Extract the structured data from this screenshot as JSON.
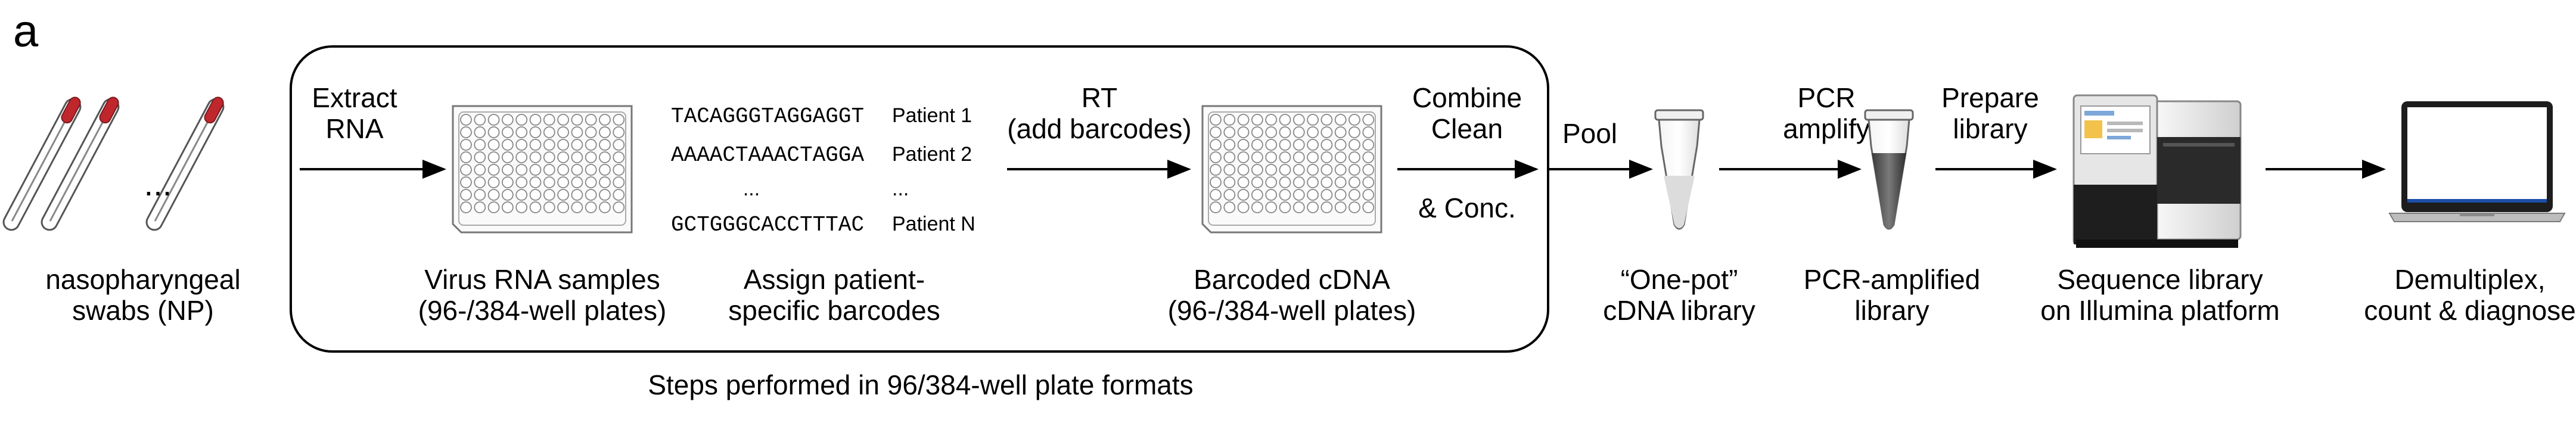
{
  "panel_letter": "a",
  "colors": {
    "seq1": "#d0021b",
    "seq2": "#1a9e3c",
    "seqN": "#1f1fd1",
    "swab_tip": "#c0272d"
  },
  "swabs": {
    "ellipsis": "...",
    "label_line1": "nasopharyngeal",
    "label_line2": "swabs (NP)"
  },
  "steps": {
    "extract_line1": "Extract",
    "extract_line2": "RNA",
    "rt_line1": "RT",
    "rt_line2": "(add barcodes)",
    "combine_line1": "Combine",
    "combine_line2": "Clean",
    "combine_line3": "& Conc.",
    "pool": "Pool",
    "pcr_line1": "PCR",
    "pcr_line2": "amplify",
    "prepare_line1": "Prepare",
    "prepare_line2": "library"
  },
  "barcodes": [
    {
      "sequence": "TACAGGGTAGGAGGT",
      "patient": "Patient 1"
    },
    {
      "sequence": "AAAACTAAACTAGGA",
      "patient": "Patient 2"
    },
    {
      "sequence": "...",
      "patient": "..."
    },
    {
      "sequence": "GCTGGGCACCTTTAC",
      "patient": "Patient N"
    }
  ],
  "captions": {
    "virus_line1": "Virus RNA samples",
    "virus_line2": "(96-/384-well plates)",
    "assign_line1": "Assign patient-",
    "assign_line2": "specific barcodes",
    "barcoded_line1": "Barcoded cDNA",
    "barcoded_line2": "(96-/384-well plates)",
    "onepot_line1": "“One-pot”",
    "onepot_line2": "cDNA library",
    "pcrlib_line1": "PCR-amplified",
    "pcrlib_line2": "library",
    "sequence_line1": "Sequence library",
    "sequence_line2": "on Illumina platform",
    "demux_line1": "Demultiplex,",
    "demux_line2": "count & diagnose"
  },
  "box_caption": "Steps performed in 96/384-well plate formats"
}
